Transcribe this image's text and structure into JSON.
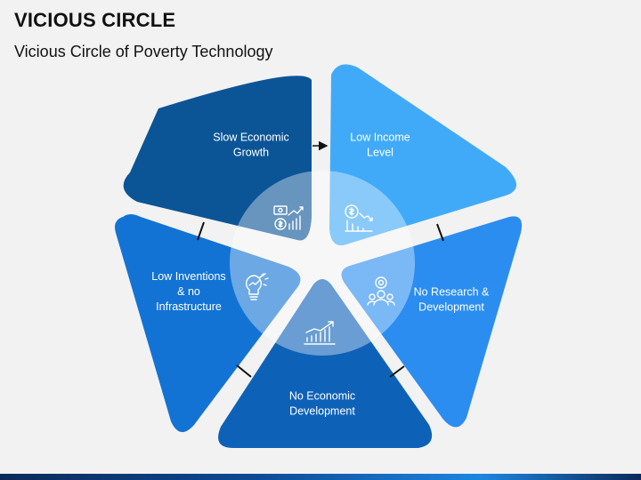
{
  "header": {
    "title": "VICIOUS CIRCLE",
    "subtitle": "Vicious Circle of Poverty Technology"
  },
  "segments": [
    {
      "id": "slow-economic-growth",
      "lines": [
        "Slow Economic",
        "Growth"
      ],
      "color": "#0b5596",
      "icon": "money-growth-icon"
    },
    {
      "id": "low-income-level",
      "lines": [
        "Low Income",
        "Level"
      ],
      "color": "#41aaf8",
      "icon": "income-decline-icon"
    },
    {
      "id": "no-research-development",
      "lines": [
        "No Research &",
        "Development"
      ],
      "color": "#2b8df0",
      "icon": "team-research-icon"
    },
    {
      "id": "no-economic-development",
      "lines": [
        "No Economic",
        "Development"
      ],
      "color": "#0d62b8",
      "icon": "bar-chart-growth-icon"
    },
    {
      "id": "low-inventions-infrastructure",
      "lines": [
        "Low Inventions",
        "& no",
        "Infrastructure"
      ],
      "color": "#1273d4",
      "icon": "lightbulb-idea-icon"
    }
  ]
}
